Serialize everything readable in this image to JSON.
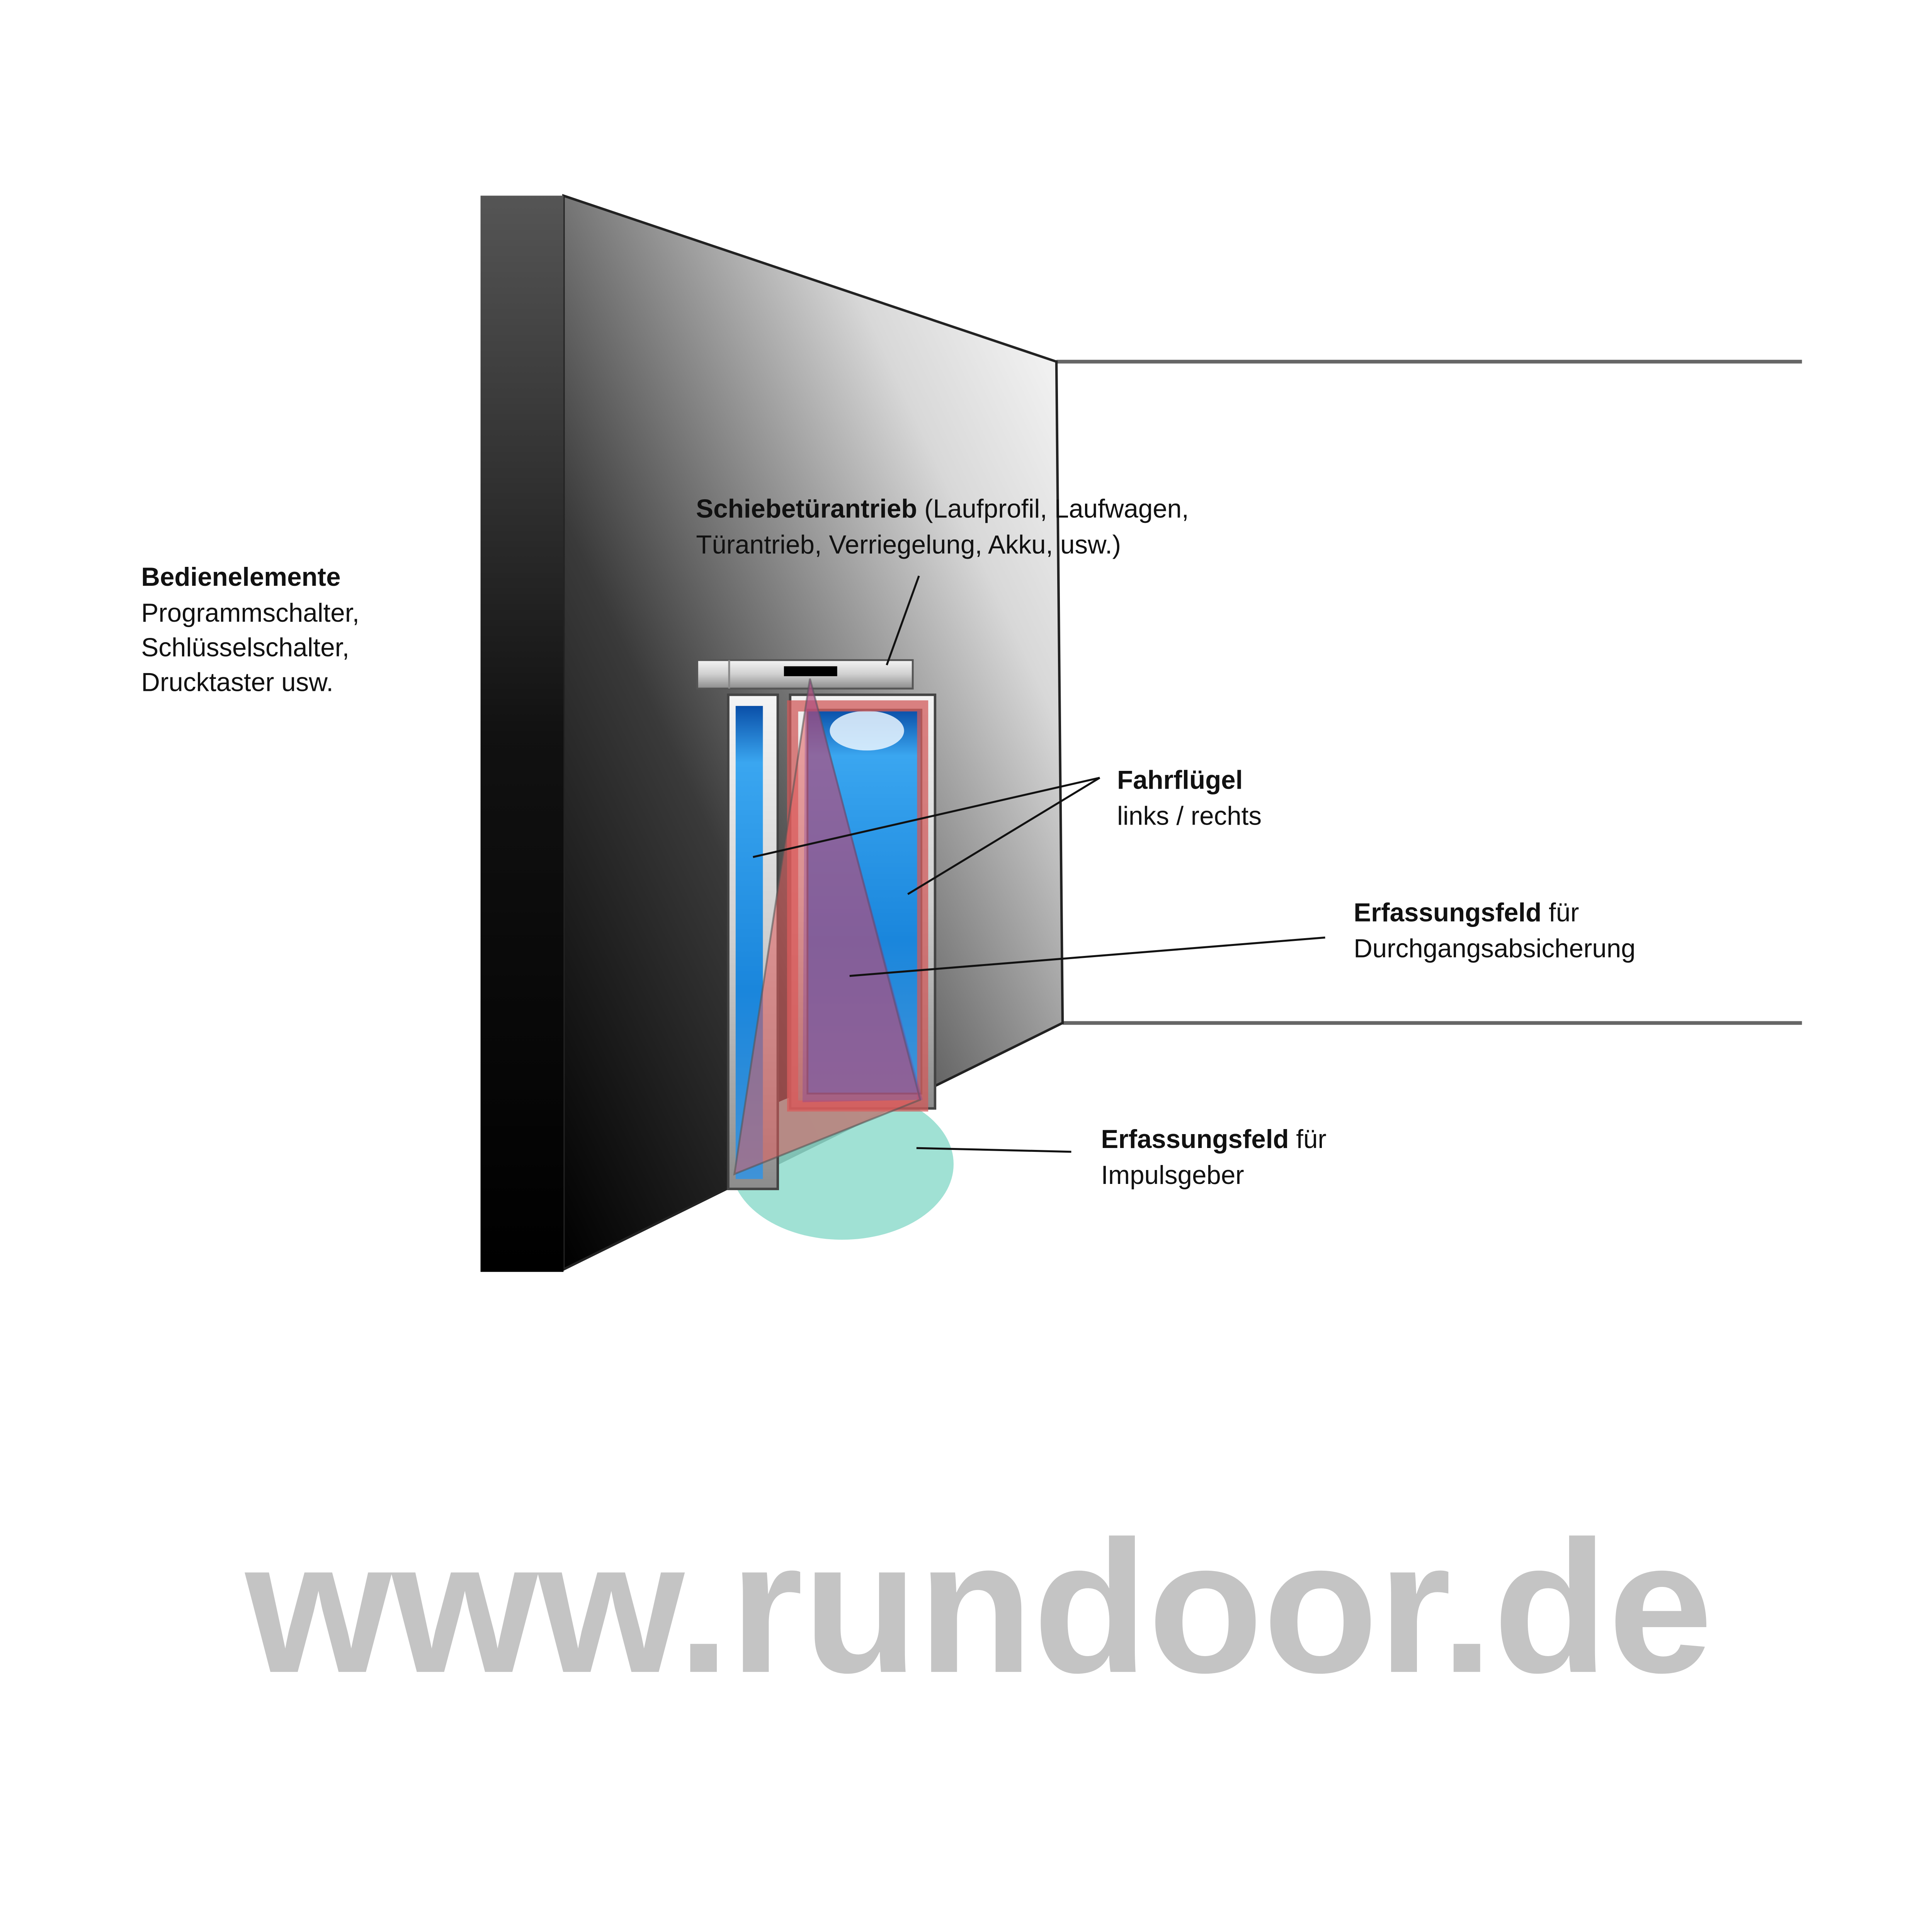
{
  "labels": {
    "antrieb": {
      "title": "Schiebetürantrieb",
      "line1_rest": " (Laufprofil, Laufwagen,",
      "line2": "Türantrieb, Verriegelung, Akku, usw.)"
    },
    "bedien": {
      "title": "Bedienelemente",
      "lines": [
        "Programmschalter,",
        "Schlüsselschalter,",
        "Drucktaster usw."
      ]
    },
    "fluegel": {
      "title": "Fahrflügel",
      "line2": "links / rechts"
    },
    "durchgang": {
      "title": "Erfassungsfeld",
      "title_rest": " für",
      "line2": "Durchgangsabsicherung"
    },
    "impuls": {
      "title": "Erfassungsfeld",
      "title_rest": " für",
      "line2": "Impulsgeber"
    }
  },
  "watermark": "www.rundoor.de",
  "colors": {
    "glass": "#1f8ee6",
    "sensor_red": "#e06060",
    "impulse_teal": "#8fdccc",
    "watermark": "#c4c4c4"
  }
}
